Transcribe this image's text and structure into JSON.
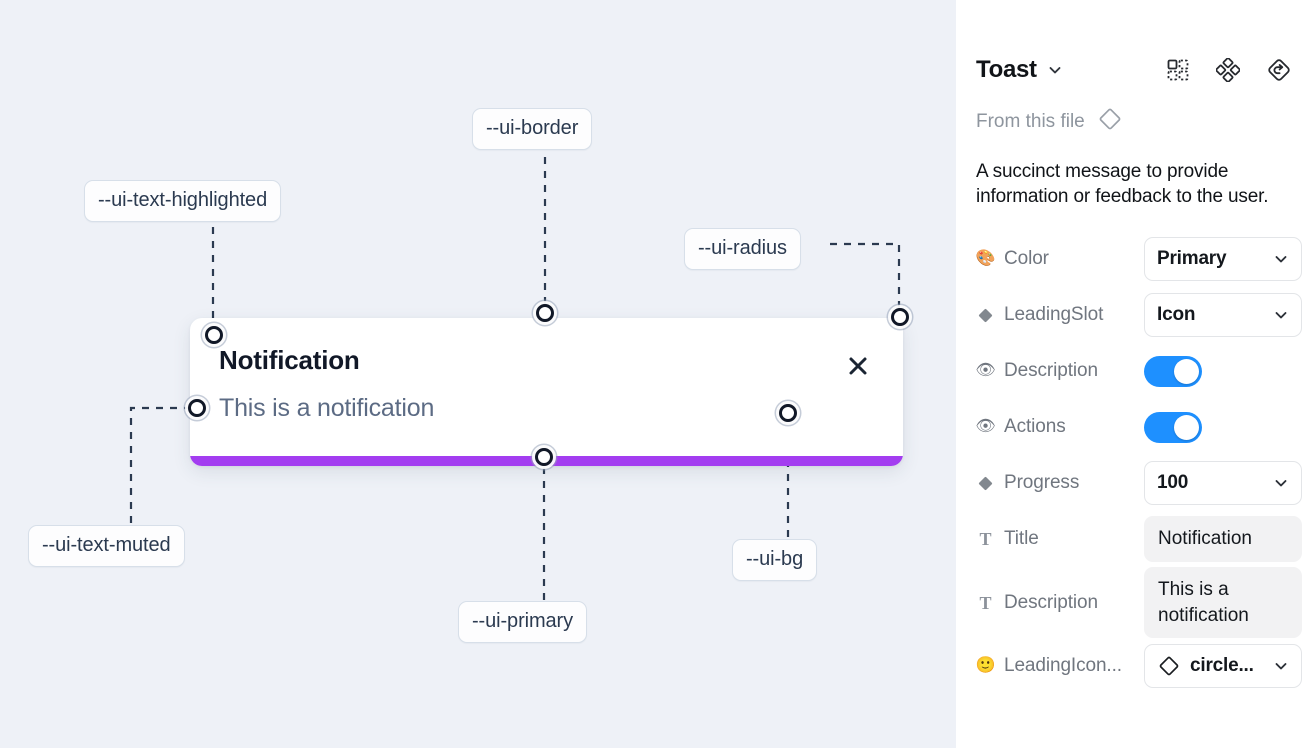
{
  "canvas": {
    "background_color": "#eef1f7",
    "tokens": [
      {
        "name": "ui-text-highlighted",
        "label": "--ui-text-highlighted"
      },
      {
        "name": "ui-border",
        "label": "--ui-border"
      },
      {
        "name": "ui-radius",
        "label": "--ui-radius"
      },
      {
        "name": "ui-text-muted",
        "label": "--ui-text-muted"
      },
      {
        "name": "ui-primary",
        "label": "--ui-primary"
      },
      {
        "name": "ui-bg",
        "label": "--ui-bg"
      }
    ],
    "toast": {
      "title": "Notification",
      "description": "This is a notification",
      "close_label": "✕",
      "progress_color": "#a33df0",
      "background_color": "#ffffff"
    }
  },
  "panel": {
    "title": "Toast",
    "from_this_file_label": "From this file",
    "description": "A succinct message to provide information or feedback to the user.",
    "header_icons": [
      {
        "name": "component-set-icon"
      },
      {
        "name": "variants-icon"
      },
      {
        "name": "reset-instance-icon"
      }
    ],
    "properties": [
      {
        "name": "color",
        "icon": "palette-icon",
        "label": "Color",
        "control": "select",
        "value": "Primary"
      },
      {
        "name": "leading-slot",
        "icon": "diamond-icon",
        "label": "LeadingSlot",
        "control": "select",
        "value": "Icon"
      },
      {
        "name": "description-visible",
        "icon": "eye-icon",
        "label": "Description",
        "control": "toggle",
        "value": "on"
      },
      {
        "name": "actions-visible",
        "icon": "eye-icon",
        "label": "Actions",
        "control": "toggle",
        "value": "on"
      },
      {
        "name": "progress",
        "icon": "diamond-icon",
        "label": "Progress",
        "control": "select",
        "value": "100"
      },
      {
        "name": "title",
        "icon": "text-icon",
        "label": "Title",
        "control": "text",
        "value": "Notification"
      },
      {
        "name": "description",
        "icon": "text-icon",
        "label": "Description",
        "control": "text",
        "value": "This is a notification"
      },
      {
        "name": "leading-icon",
        "icon": "smiley-icon",
        "label": "LeadingIcon...",
        "control": "icon-select",
        "value": "circle..."
      }
    ],
    "colors": {
      "toggle_on": "#1e90ff",
      "field_bg": "#f2f2f3",
      "muted_text": "#70767f"
    }
  }
}
